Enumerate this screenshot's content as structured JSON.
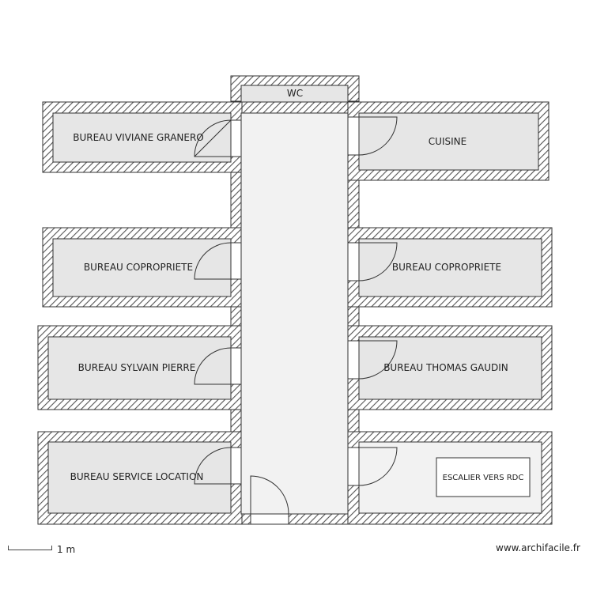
{
  "rooms": {
    "wc": "WC",
    "viviane": "BUREAU VIVIANE GRANERO",
    "cuisine": "CUISINE",
    "copro_left": "BUREAU COPROPRIETE",
    "copro_right": "BUREAU COPROPRIETE",
    "sylvain": "BUREAU SYLVAIN PIERRE",
    "thomas": "BUREAU THOMAS GAUDIN",
    "location": "BUREAU SERVICE LOCATION",
    "escalier": "ESCALIER VERS RDC"
  },
  "scale": {
    "label": "1 m"
  },
  "watermark": "www.archifacile.fr",
  "colors": {
    "room_fill": "#e6e6e6",
    "corridor_fill": "#f2f2f2",
    "wall_hatch": "#555555"
  }
}
